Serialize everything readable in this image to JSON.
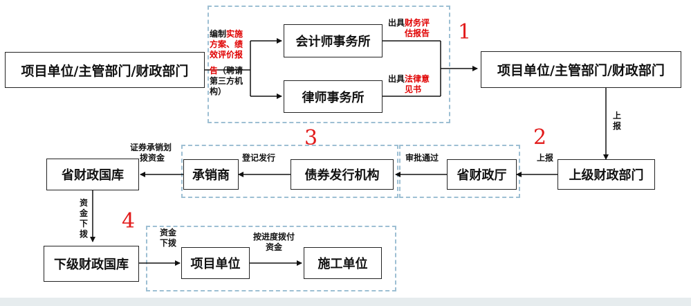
{
  "boxes": {
    "project_unit_left": "项目单位/主管部门/财政部门",
    "accounting_firm": "会计师事务所",
    "law_firm": "律师事务所",
    "project_unit_right": "项目单位/主管部门/财政部门",
    "superior_finance": "上级财政部门",
    "provincial_finance_dept": "省财政厅",
    "bond_issuer": "债券发行机构",
    "underwriter": "承销商",
    "provincial_treasury": "省财政国库",
    "lower_treasury": "下级财政国库",
    "project_unit_bottom": "项目单位",
    "construction_unit": "施工单位"
  },
  "labels": {
    "prepare_line1_a": "编制",
    "prepare_line1_b": "实施",
    "prepare_line2": "方案、绩",
    "prepare_line3": "效评价报",
    "prepare_line4_a": "告",
    "prepare_line4_b": "（聘请",
    "prepare_line5": "第三方机",
    "prepare_line6": "构）",
    "issue_fin_a": "出具",
    "issue_fin_b": "财务评",
    "issue_fin_c": "估报告",
    "issue_legal_a": "出具",
    "issue_legal_b": "法律意",
    "issue_legal_c": "见书",
    "report_up_vertical": "上报",
    "report_up": "上报",
    "approved": "审批通过",
    "register_issue": "登记发行",
    "securities_line1": "证券承销划",
    "securities_line2": "拨资金",
    "funds_down_vertical": "资金下拨",
    "funds_down_line1": "资金",
    "funds_down_line2": "下拨",
    "pay_progress_line1": "按进度拨付",
    "pay_progress_line2": "资金"
  },
  "steps": [
    "1",
    "2",
    "3",
    "4"
  ],
  "colors": {
    "highlight_text": "#e00000",
    "step_number": "#e21b1b",
    "dashed_frame": "#9dbfd3",
    "box_border": "#222222"
  }
}
